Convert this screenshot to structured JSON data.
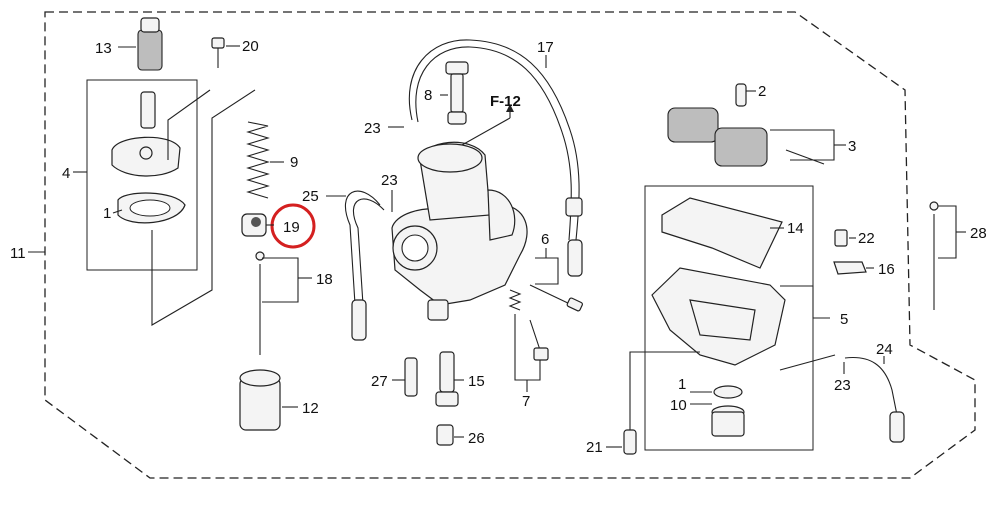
{
  "diagram": {
    "title": "",
    "reference": "F-12",
    "highlight_color": "#d42020",
    "callouts": {
      "c1a": "1",
      "c1b": "1",
      "c2": "2",
      "c3": "3",
      "c4": "4",
      "c5": "5",
      "c6": "6",
      "c7": "7",
      "c8": "8",
      "c9": "9",
      "c10": "10",
      "c11": "11",
      "c12": "12",
      "c13": "13",
      "c14": "14",
      "c15": "15",
      "c16": "16",
      "c17": "17",
      "c18": "18",
      "c19": "19",
      "c20": "20",
      "c21": "21",
      "c22": "22",
      "c23a": "23",
      "c23b": "23",
      "c23c": "23",
      "c24": "24",
      "c25": "25",
      "c26": "26",
      "c27": "27",
      "c28": "28"
    }
  }
}
